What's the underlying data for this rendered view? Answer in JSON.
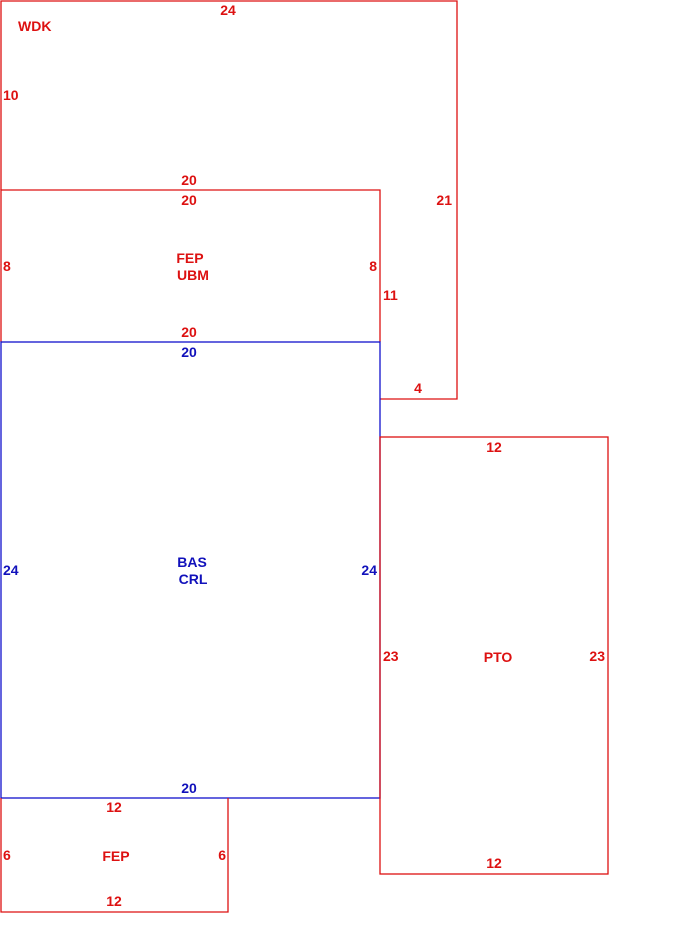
{
  "colors": {
    "red": "#dd1111",
    "blue": "#1111cc"
  },
  "areas": {
    "wdk": {
      "label": "WDK",
      "dims": {
        "top": "24",
        "left": "10",
        "bottom_outer": "20",
        "right": "21",
        "right_lower": "11",
        "bottom_step": "4"
      }
    },
    "fep_ubm": {
      "label_line1": "FEP",
      "label_line2": "UBM",
      "dims": {
        "top": "20",
        "left": "8",
        "right": "8",
        "bottom": "20"
      }
    },
    "bas_crl": {
      "label_line1": "BAS",
      "label_line2": "CRL",
      "dims": {
        "top": "20",
        "left": "24",
        "right": "24",
        "bottom": "20"
      }
    },
    "fep_bottom": {
      "label": "FEP",
      "dims": {
        "top": "12",
        "left": "6",
        "right": "6",
        "bottom": "12"
      }
    },
    "pto": {
      "label": "PTO",
      "dims": {
        "top": "12",
        "left": "23",
        "right": "23",
        "bottom": "12"
      }
    }
  }
}
